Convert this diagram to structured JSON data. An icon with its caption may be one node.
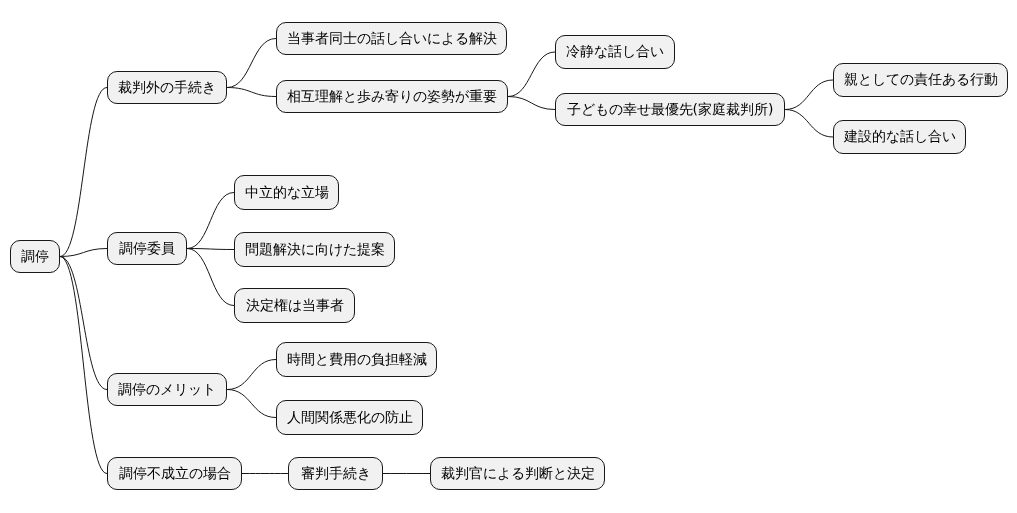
{
  "diagram": {
    "nodes": [
      {
        "text": [
          "調停"
        ]
      },
      {
        "text": [
          "裁判外の手続き"
        ]
      },
      {
        "text": [
          "当事者同士の話し合いによる解決"
        ]
      },
      {
        "text": [
          "相互理解と歩み寄りの姿勢が重要"
        ]
      },
      {
        "text": [
          "冷静な話し合い"
        ]
      },
      {
        "text": [
          "子どもの幸せ最優先(家庭裁判所)"
        ]
      },
      {
        "text": [
          "親としての責任ある行動"
        ]
      },
      {
        "text": [
          "建設的な話し合い"
        ]
      },
      {
        "text": [
          "調停委員"
        ]
      },
      {
        "text": [
          "中立的な立場"
        ]
      },
      {
        "text": [
          "問題解決に向けた提案"
        ]
      },
      {
        "text": [
          "決定権は当事者"
        ]
      },
      {
        "text": [
          "調停のメリット"
        ]
      },
      {
        "text": [
          "時間と費用の負担軽減"
        ]
      },
      {
        "text": [
          "人間関係悪化の防止"
        ]
      },
      {
        "text": [
          "調停不成立の場合"
        ]
      },
      {
        "text": [
          "審判手続き"
        ]
      },
      {
        "text": [
          "裁判官による判断と決定"
        ]
      }
    ],
    "edges": [
      {
        "from": 0,
        "to": 1,
        "arrow": "none"
      },
      {
        "from": 1,
        "to": 2,
        "arrow": "none"
      },
      {
        "from": 1,
        "to": 3,
        "arrow": "none"
      },
      {
        "from": 3,
        "to": 4,
        "arrow": "none"
      },
      {
        "from": 3,
        "to": 5,
        "arrow": "none"
      },
      {
        "from": 5,
        "to": 6,
        "arrow": "none"
      },
      {
        "from": 5,
        "to": 7,
        "arrow": "none"
      },
      {
        "from": 0,
        "to": 8,
        "arrow": "none"
      },
      {
        "from": 8,
        "to": 9,
        "arrow": "none"
      },
      {
        "from": 8,
        "to": 10,
        "arrow": "none"
      },
      {
        "from": 8,
        "to": 11,
        "arrow": "none"
      },
      {
        "from": 0,
        "to": 12,
        "arrow": "none"
      },
      {
        "from": 12,
        "to": 13,
        "arrow": "none"
      },
      {
        "from": 12,
        "to": 14,
        "arrow": "none"
      },
      {
        "from": 0,
        "to": 15,
        "arrow": "none"
      },
      {
        "from": 15,
        "to": 16,
        "arrow": "none"
      },
      {
        "from": 16,
        "to": 17,
        "arrow": "none"
      }
    ]
  }
}
